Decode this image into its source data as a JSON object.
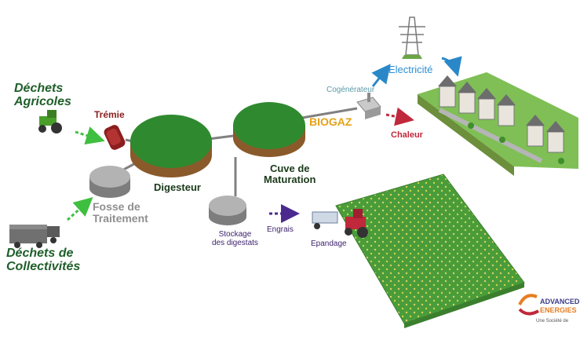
{
  "labels": {
    "dechets_agricoles": "Déchets\nAgricoles",
    "dechets_collectivites": "Déchets de\nCollectivités",
    "tremie": "Trémie",
    "digesteur": "Digesteur",
    "fosse": "Fosse de\nTraitement",
    "cuve": "Cuve de\nMaturation",
    "stockage": "Stockage\ndes digestats",
    "engrais": "Engrais",
    "epandage": "Epandage",
    "biogaz": "BIOGAZ",
    "cogenerateur": "Cogénérateur",
    "electricite": "Electricité",
    "chaleur": "Chaleur"
  },
  "logo": {
    "line1": "ADVANCED",
    "line2": "ENERGIES",
    "tagline": "Une Société de"
  },
  "colors": {
    "tank_green": "#2f8a2f",
    "tank_base": "#8a5a2b",
    "arrow_green": "#3fbf3f",
    "arrow_blue": "#2b88c8",
    "arrow_red": "#c0283c",
    "arrow_purple": "#4b2a8f",
    "biogaz_orange": "#e3a21a",
    "field_green": "#4a9c3a",
    "electric_blue": "#2d8fd5"
  }
}
